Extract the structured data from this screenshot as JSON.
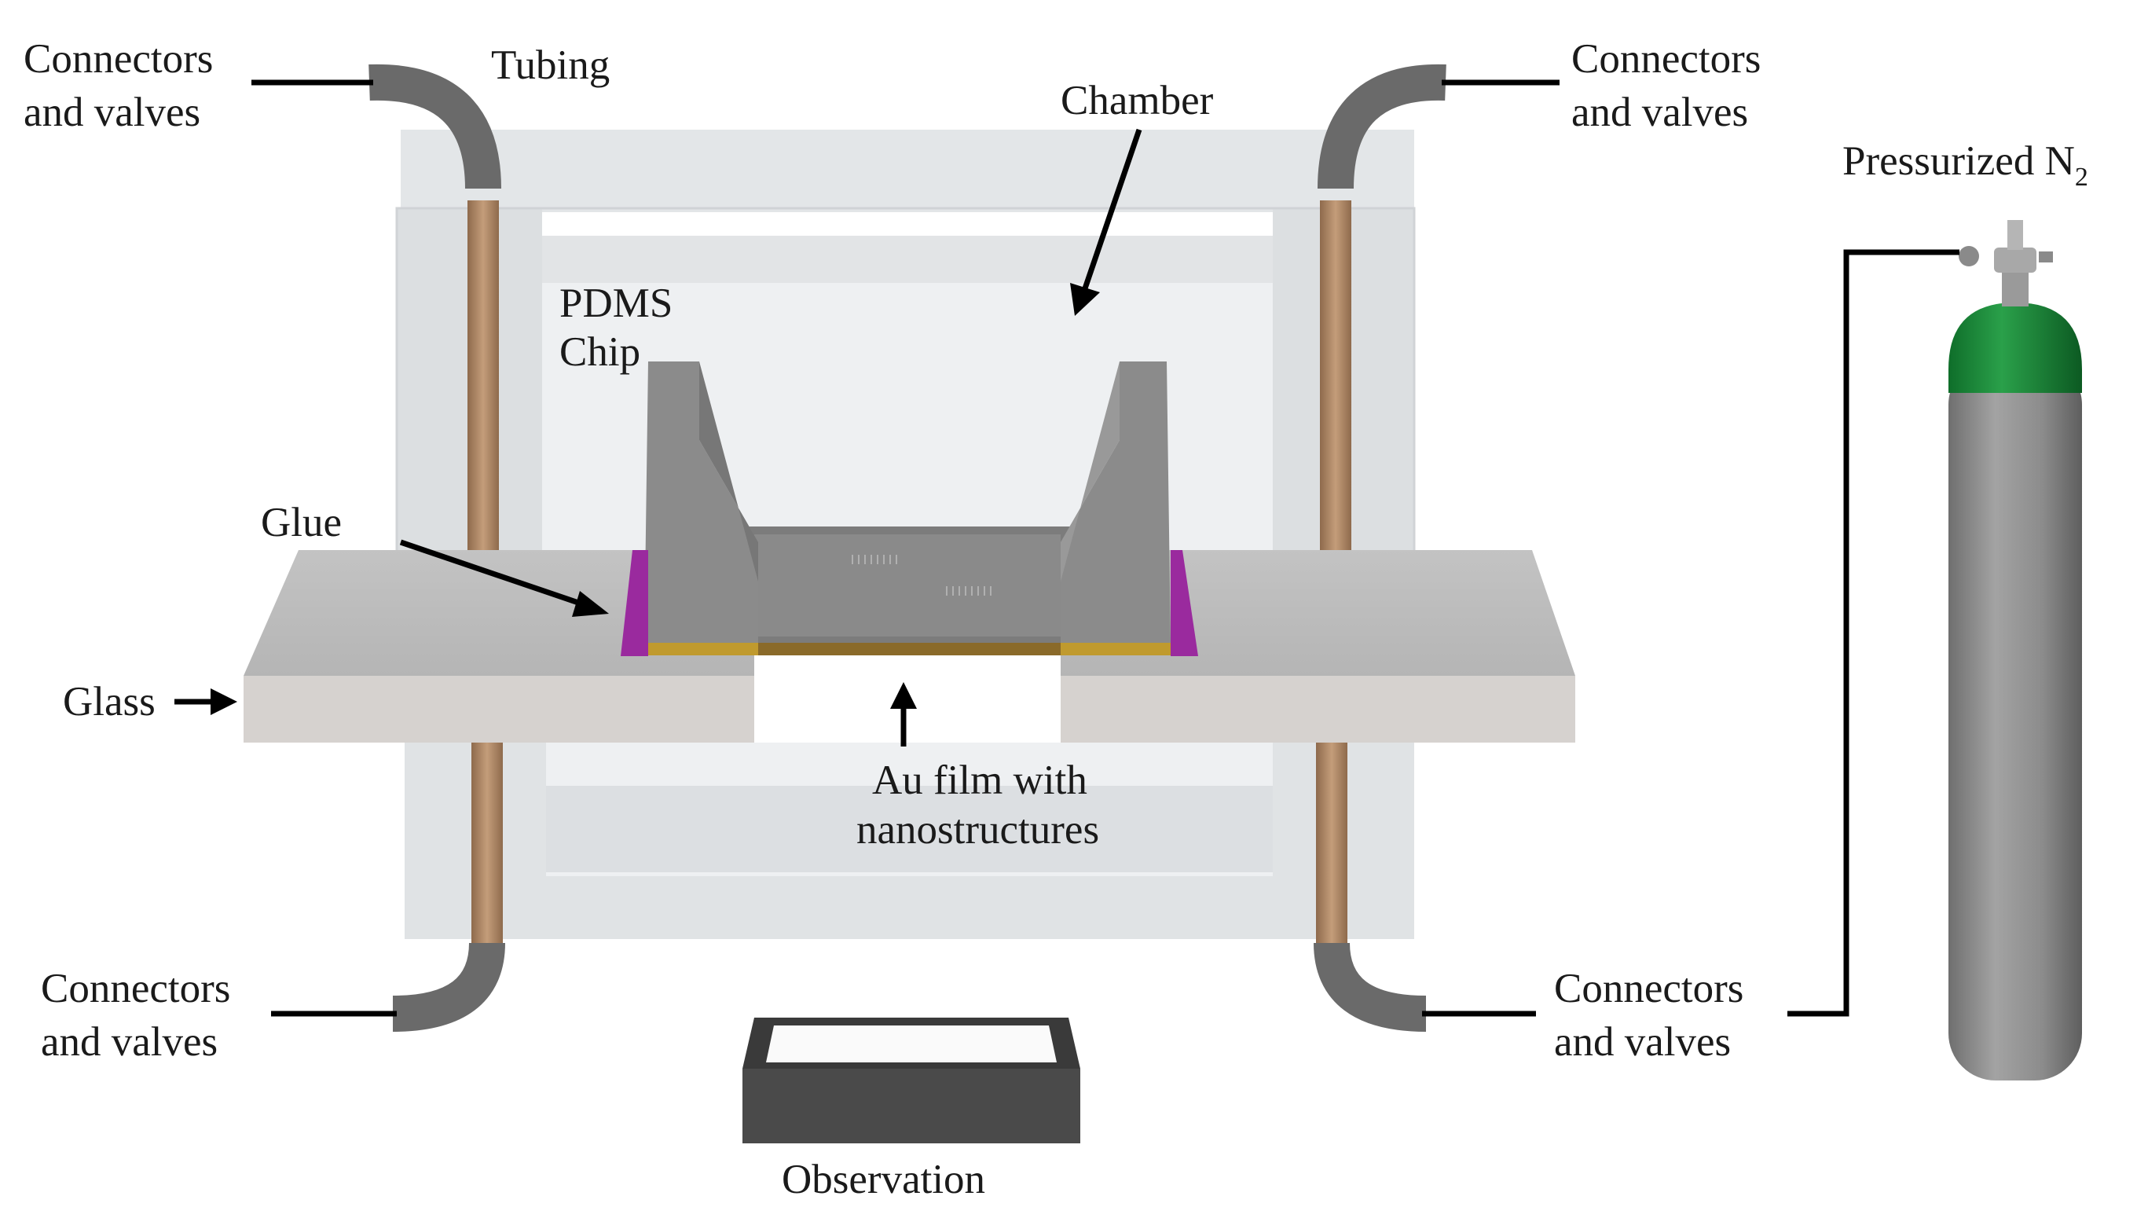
{
  "labels": {
    "connectors_top_left": [
      "Connectors",
      "and valves"
    ],
    "tubing": "Tubing",
    "chamber": "Chamber",
    "connectors_top_right": [
      "Connectors",
      "and valves"
    ],
    "pressurized_n2": "Pressurized N",
    "pressurized_n2_sub": "2",
    "pdms_chip": [
      "PDMS",
      "Chip"
    ],
    "glue": "Glue",
    "glass": "Glass",
    "au_film": [
      "Au film with",
      "nanostructures"
    ],
    "connectors_bottom_left": [
      "Connectors",
      "and valves"
    ],
    "connectors_bottom_right": [
      "Connectors",
      "and valves"
    ],
    "observation": "Observation"
  },
  "colors": {
    "chamber_glass": "#d9dde0",
    "glass_slide": "#c9c9c9",
    "pdms": "#8c8c8c",
    "glue": "#9a2a9e",
    "au_film": "#8a6a2a",
    "tubing_copper": "#b08a66",
    "connector_hose": "#6e6e6e",
    "cylinder_body": "#8f8f8f",
    "cylinder_cap": "#1f8a3a"
  },
  "icons": {
    "gas_cylinder": "gas-cylinder-icon",
    "observation": "observation-window-icon"
  }
}
